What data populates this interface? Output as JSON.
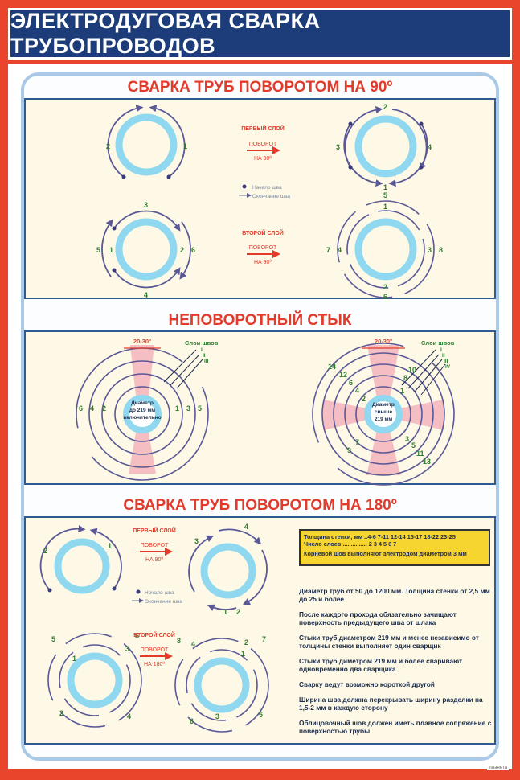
{
  "header": {
    "title": "ЭЛЕКТРОДУГОВАЯ СВАРКА ТРУБОПРОВОДОВ"
  },
  "section1": {
    "title": "СВАРКА ТРУБ ПОВОРОТОМ НА 90º",
    "first_layer": "ПЕРВЫЙ СЛОЙ",
    "second_layer": "ВТОРОЙ СЛОЙ",
    "rotation": "ПОВОРОТ",
    "rotation_deg": "НА 90º",
    "legend_start": "Начало шва",
    "legend_end": "Окончание шва",
    "numbers": {
      "a1": "2",
      "a2": "1",
      "b1": "2",
      "b2": "3",
      "b3": "4",
      "b4": "1",
      "c1": "3",
      "c2": "5",
      "c3": "1",
      "c4": "2",
      "c5": "6",
      "c6": "4",
      "d1": "5",
      "d2": "1",
      "d3": "7",
      "d4": "4",
      "d5": "3",
      "d6": "8",
      "d7": "2",
      "d8": "6"
    }
  },
  "section2": {
    "title": "НЕПОВОРОТНЫЙ СТЫК",
    "angle": "20-30°",
    "layers_title": "Слои швов",
    "layers_left": [
      "I",
      "II",
      "III"
    ],
    "layers_right": [
      "I",
      "II",
      "III",
      "IV"
    ],
    "left_center": [
      "Диаметр",
      "до 219 мм",
      "включительно"
    ],
    "right_center": [
      "Диаметр",
      "свыше",
      "219 мм"
    ],
    "left_nums": {
      "n6": "6",
      "n4": "4",
      "n2": "2",
      "n1": "1",
      "n3": "3",
      "n5": "5"
    },
    "right_nums": {
      "n14": "14",
      "n12": "12",
      "n6": "6",
      "n4": "4",
      "n2": "2",
      "n10": "10",
      "n8": "8",
      "n1": "1",
      "n7": "7",
      "n9": "9",
      "n3": "3",
      "n5": "5",
      "n11": "11",
      "n13": "13"
    }
  },
  "section3": {
    "title": "СВАРКА ТРУБ ПОВОРОТОМ НА 180º",
    "first_layer": "ПЕРВЫЙ СЛОЙ",
    "second_layer": "ВТОРОЙ СЛОЙ",
    "rotation": "ПОВОРОТ",
    "rotation_deg1": "НА 90º",
    "rotation_deg2": "НА 180º",
    "legend_start": "Начало шва",
    "legend_end": "Окончание шва",
    "numbers": {
      "a1": "2",
      "a2": "1",
      "b1": "4",
      "b2": "3",
      "b3": "1",
      "b4": "2",
      "c1": "5",
      "c2": "6",
      "c3": "1",
      "c4": "3",
      "c5": "2",
      "c6": "4",
      "d1": "8",
      "d2": "4",
      "d3": "2",
      "d4": "7",
      "d5": "1",
      "d6": "5",
      "d7": "6",
      "d8": "3"
    },
    "table_row1": "Толщина стенки, мм ..4-6   7-11  12-14  15-17  18-22  23-25",
    "table_row2": "Число слоев ............... 2       3       4       5       6       7",
    "table_note": "Корневой шов выполняют электродом диаметром 3 мм",
    "notes": [
      "Диаметр труб от 50 до 1200 мм. Толщина стенки от 2,5 мм до 25 и более",
      "После каждого прохода обязательно зачищают поверхность предыдущего шва от шлака",
      "Стыки труб диаметром 219 мм и менее независимо от толщины стенки выполняет один сварщик",
      "Стыки труб диметром 219 мм и более сваривают одновременно два сварщика",
      "Сварку ведут возможно короткой другой",
      "Ширина шва должна перекрывать ширину разделки на 1,5-2 мм в каждую сторону",
      "Облицовочный шов должен иметь плавное сопряжение с поверхностью трубы"
    ]
  },
  "brand": "планета",
  "colors": {
    "accent": "#e23b2a",
    "navy": "#1d3d7a",
    "pipe": "#8fd8ef",
    "arc": "#5a5896",
    "number": "#2f7d2f",
    "panel": "#fdf9e6",
    "pink": "#f2a9b5"
  }
}
